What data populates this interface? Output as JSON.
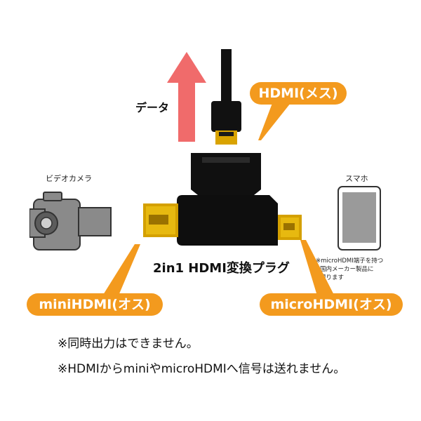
{
  "labels": {
    "data": "データ",
    "hdmi_female": "HDMI(メス)",
    "video_camera": "ビデオカメラ",
    "smartphone": "スマホ",
    "smartphone_note": [
      "※microHDMI端子を持つ",
      "国内メーカー製品に",
      "限ります"
    ],
    "product_name": "2in1 HDMI変換プラグ",
    "mini_hdmi": "miniHDMI(オス)",
    "micro_hdmi": "microHDMI(オス)"
  },
  "notes": [
    "※同時出力はできません。",
    "※HDMIからminiやmicroHDMIへ信号は送れません。"
  ],
  "colors": {
    "orange": "#f39a1e",
    "arrow_red": "#f06b6b",
    "connector_black": "#111111",
    "gold": "#d9a300",
    "gray_device": "#8a8a8a"
  },
  "icons": [
    "up-arrow-icon",
    "video-camera-icon",
    "smartphone-icon"
  ]
}
